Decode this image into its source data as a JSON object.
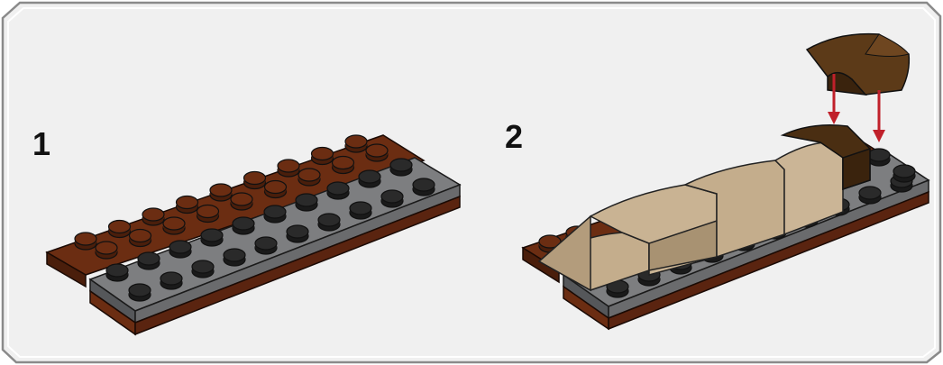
{
  "steps": [
    {
      "number": "1"
    },
    {
      "number": "2"
    }
  ],
  "colors": {
    "frame_fill": "#f0f0f0",
    "frame_stroke": "#8a8a8a",
    "reddish_brown": "#6b2d12",
    "reddish_brown_dark": "#4a1e0b",
    "dark_gray": "#7d7e80",
    "dark_gray_side": "#55575a",
    "stud_black": "#2a2a2a",
    "tan": "#c4ad8c",
    "tan_dark": "#a89272",
    "dark_brown": "#4a2e12",
    "dark_brown_top": "#5c3a18",
    "arrow_red": "#c0202a"
  },
  "icons": [
    "reddish-brown-plate",
    "dark-gray-plate",
    "tan-curved-slope",
    "dark-brown-curved-slope",
    "placement-arrow"
  ]
}
